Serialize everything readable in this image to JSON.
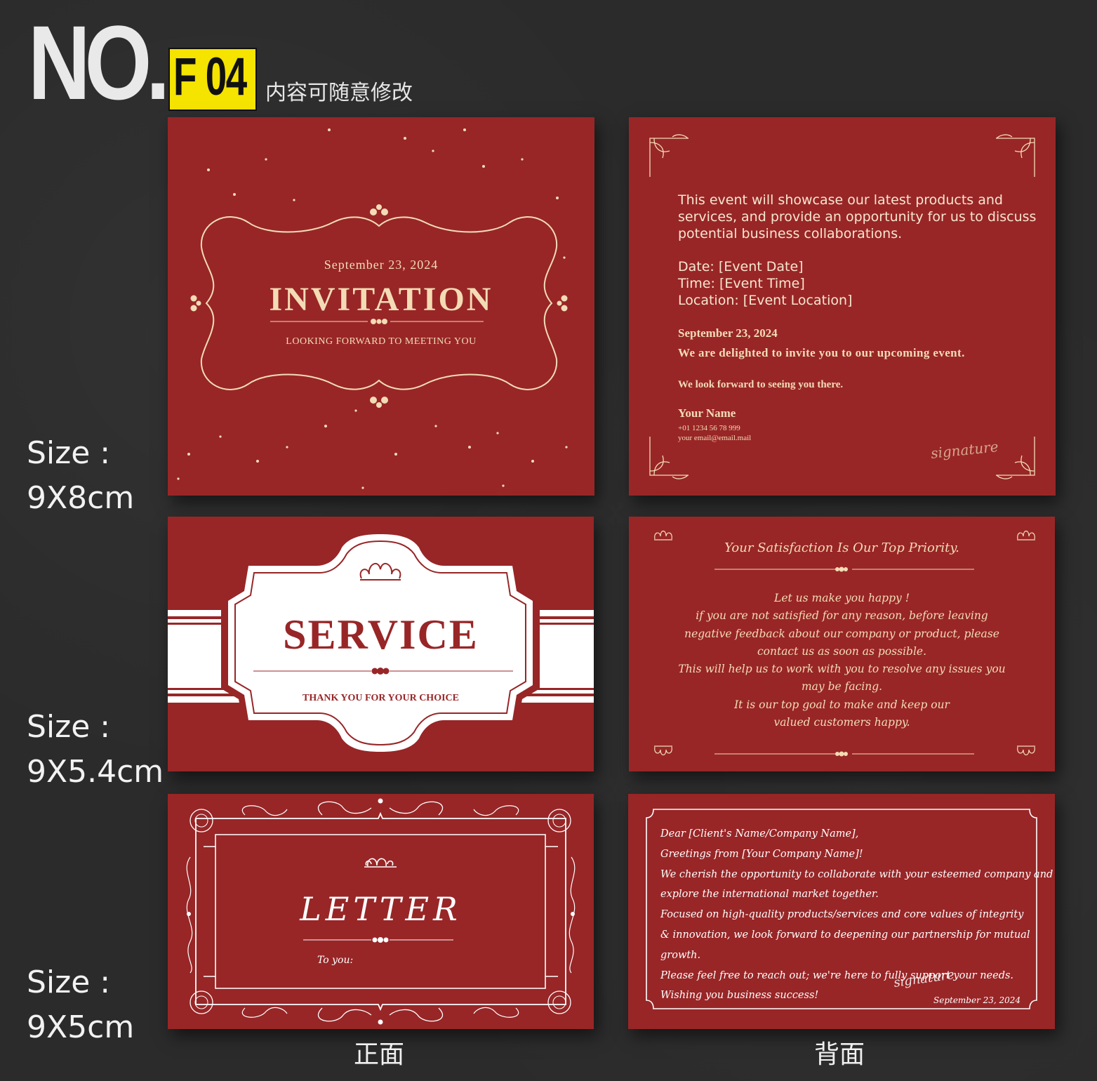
{
  "header": {
    "no_label": "NO.",
    "code": "F 04",
    "subtitle": "内容可随意修改"
  },
  "sizes": [
    "Size :\n9X8cm",
    "Size :\n9X5.4cm",
    "Size :\n9X5cm"
  ],
  "footer": {
    "front": "正面",
    "back": "背面"
  },
  "invitation_front": {
    "date": "September 23, 2024",
    "title": "INVITATION",
    "subtitle": "LOOKING FORWARD TO MEETING YOU"
  },
  "invitation_back": {
    "intro": [
      "This event will showcase our latest products and",
      "services, and provide an opportunity for us to discuss",
      "potential business collaborations."
    ],
    "details": [
      "Date: [Event Date]",
      "Time: [Event Time]",
      "Location: [Event Location]"
    ],
    "date": "September 23, 2024",
    "invite_line": "We are delighted to invite you to our upcoming event.",
    "closing": "We look forward to seeing you there.",
    "name": "Your Name",
    "phone": "+01 1234 56 78 999",
    "email": "your email@email.mail",
    "signature": "signature"
  },
  "service_front": {
    "title": "SERVICE",
    "subtitle": "THANK YOU FOR YOUR CHOICE"
  },
  "service_back": {
    "heading": "Your Satisfaction Is Our Top Priority.",
    "lines": [
      "Let us make you happy !",
      "if you are not satisfied for any reason, before leaving",
      "negative feedback about our company or product,  please",
      "contact us as soon as possible.",
      "This will help us to work with you to resolve any issues you",
      "may be facing.",
      "It is our top goal to make and keep our",
      "valued customers happy."
    ]
  },
  "letter_front": {
    "title": "LETTER",
    "to": "To you:"
  },
  "letter_back": {
    "lines": [
      "Dear [Client's Name/Company Name],",
      "Greetings from [Your Company Name]!",
      "We cherish the opportunity to collaborate with your esteemed company and",
      "explore the international market together.",
      "Focused on high-quality products/services and core values of integrity",
      "& innovation, we look forward to deepening our partnership for mutual growth.",
      "Please feel free to reach out; we're here to fully support your needs.",
      "Wishing you business success!"
    ],
    "signature": "signature",
    "date": "September 23, 2024"
  },
  "colors": {
    "card_red": "#982627",
    "cream": "#f3dcb5",
    "white": "#ffffff",
    "badge_yellow": "#f5e300"
  }
}
